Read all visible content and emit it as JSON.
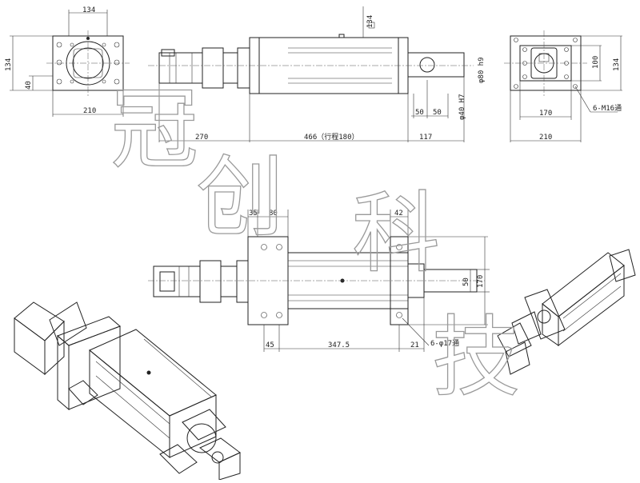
{
  "watermark": {
    "chars": [
      "冠",
      "创",
      "科",
      "技"
    ]
  },
  "front_view": {
    "top_width": "134",
    "side_height": "134",
    "offset_40": "40",
    "bottom_width": "210"
  },
  "side_view": {
    "motor_length": "270",
    "body_length": "466（行程180）",
    "rod_length": "117",
    "square_134": "134",
    "rod_w1": "50",
    "rod_w2": "50",
    "rod_dia": "φ40 H7",
    "barrel_dia": "φ80 h9"
  },
  "end_view": {
    "inner_width": "170",
    "outer_width": "210",
    "inner_height": "100",
    "outer_height": "134",
    "thread_note": "6-M16通"
  },
  "plan_view": {
    "top_left_35": "35",
    "top_left_80": "80",
    "top_right_42": "42",
    "bottom_45": "45",
    "bottom_span": "347.5",
    "bottom_21": "21",
    "hole_note": "6-φ17通",
    "right_50": "50",
    "right_170": "170"
  },
  "colors": {
    "line": "#222222",
    "watermark": "#9a9a9a",
    "body_shade": "#d8d8d8",
    "body_light": "#f2f2f2"
  }
}
